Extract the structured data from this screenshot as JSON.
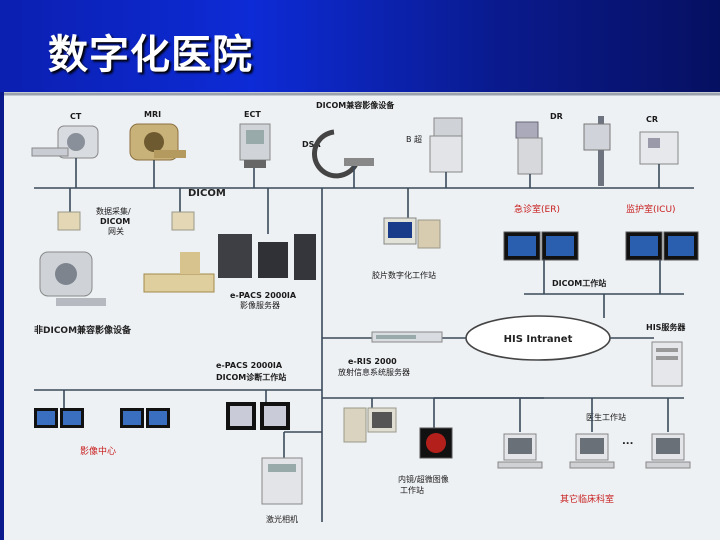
{
  "title": "数字化医院",
  "top_group": "DICOM兼容影像设备",
  "devices": {
    "ct": "CT",
    "mri": "MRI",
    "ect": "ECT",
    "dsa": "DSA",
    "ultrasound": "B 超",
    "dr": "DR",
    "cr": "CR"
  },
  "bus_label": "DICOM",
  "gateway": "数据采集/\nDICOM\n网关",
  "non_dicom": "非DICOM兼容影像设备",
  "image_server": "e-PACS 2000IA\n影像服务器",
  "film_digitizer": "胶片数字化工作站",
  "er": "急诊室(ER)",
  "icu": "监护室(ICU)",
  "dicom_workstation": "DICOM工作站",
  "intranet": "HIS Intranet",
  "his_server": "HIS服务器",
  "ris_server": "e-RIS 2000\n放射信息系统服务器",
  "diagnosis_ws": "e-PACS 2000IA\nDICOM诊断工作站",
  "imaging_center": "影像中心",
  "endoscope_ws": "内镜/超微图像\n工作站",
  "doctor_ws": "医生工作站",
  "ellipsis": "...",
  "laser_camera": "激光相机",
  "other_wards": "其它临床科室"
}
